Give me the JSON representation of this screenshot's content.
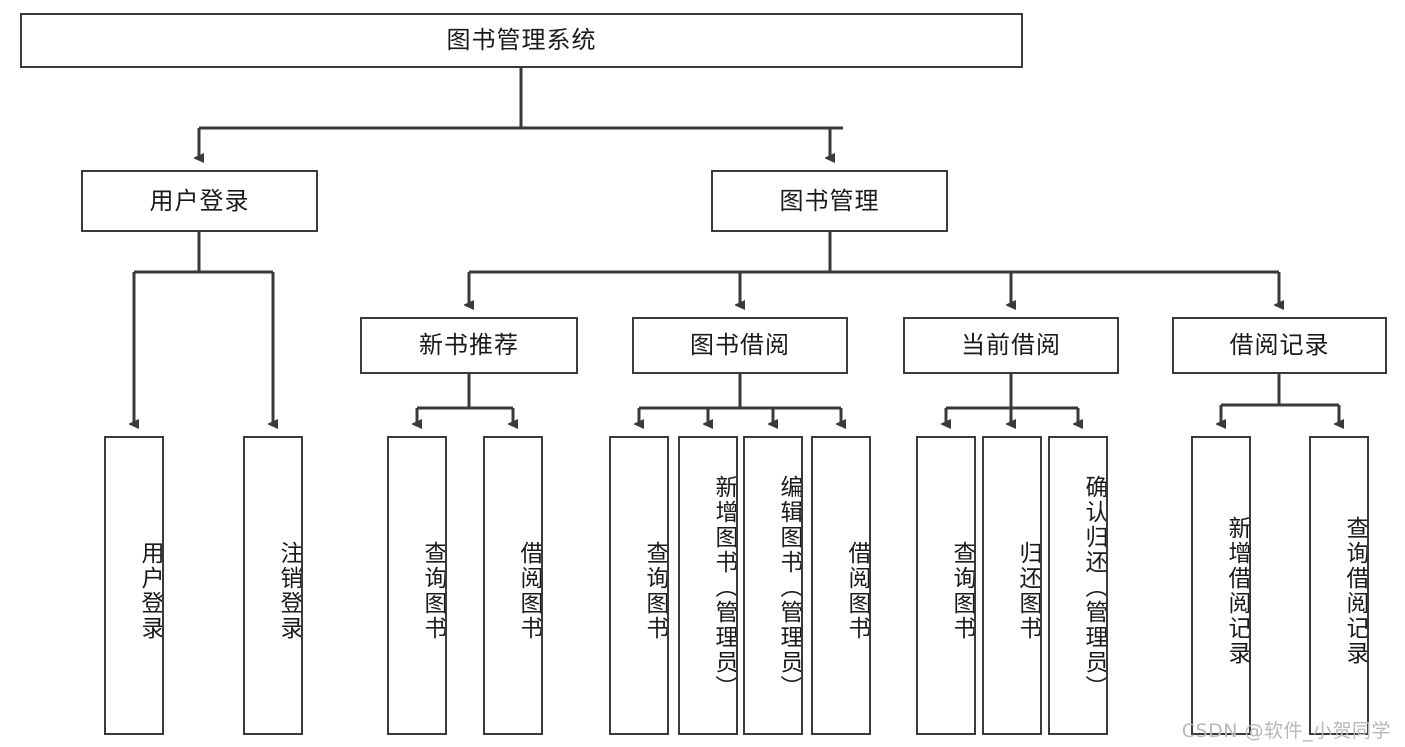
{
  "diagram": {
    "title": "图书管理系统",
    "type": "tree",
    "watermark": "CSDN @软件_小贺同学",
    "colors": {
      "box_border": "#3a3a3a",
      "box_fill": "#ffffff",
      "edge": "#3a3a3a",
      "text": "#1a1a1a",
      "watermark": "#b9b9b9"
    },
    "levels": {
      "root": {
        "label": "图书管理系统"
      },
      "level2": [
        {
          "label": "用户登录"
        },
        {
          "label": "图书管理"
        }
      ],
      "level3": [
        {
          "label": "新书推荐"
        },
        {
          "label": "图书借阅"
        },
        {
          "label": "当前借阅"
        },
        {
          "label": "借阅记录"
        }
      ],
      "leaves": {
        "user_login": [
          {
            "label": "用户登录"
          },
          {
            "label": "注销登录"
          }
        ],
        "new_book_recommend": [
          {
            "label": "查询图书"
          },
          {
            "label": "借阅图书"
          }
        ],
        "book_borrow": [
          {
            "label": "查询图书"
          },
          {
            "label": "新增图书（管理员）"
          },
          {
            "label": "编辑图书（管理员）"
          },
          {
            "label": "借阅图书"
          }
        ],
        "current_borrow": [
          {
            "label": "查询图书"
          },
          {
            "label": "归还图书"
          },
          {
            "label": "确认归还（管理员）"
          }
        ],
        "borrow_record": [
          {
            "label": "新增借阅记录"
          },
          {
            "label": "查询借阅记录"
          }
        ]
      }
    }
  }
}
